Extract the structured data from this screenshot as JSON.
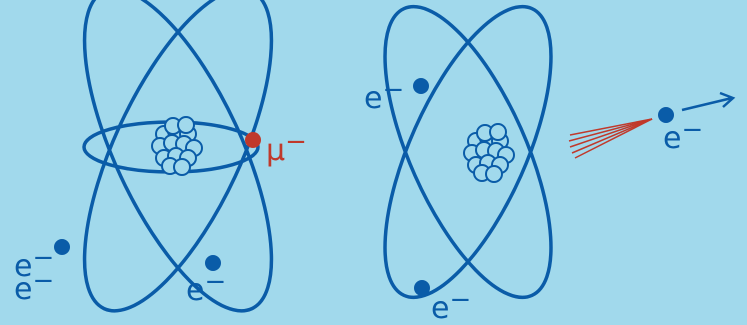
{
  "colors": {
    "background": "#a1d9ec",
    "orbit": "#0a5ca8",
    "nucleus_fill": "#a1d9ec",
    "electron": "#0a5ca8",
    "muon": "#c0392b",
    "text_electron": "#0a5ca8",
    "text_muon": "#c0392b",
    "emission_lines": "#c0392b"
  },
  "left_atom": {
    "muon_label": "μ",
    "muon_sup": "−",
    "electron_labels": [
      {
        "base": "e",
        "sup": "−"
      },
      {
        "base": "e",
        "sup": "−"
      },
      {
        "base": "e",
        "sup": "−"
      }
    ]
  },
  "right_atom": {
    "electron_labels": [
      {
        "base": "e",
        "sup": "−"
      },
      {
        "base": "e",
        "sup": "−"
      }
    ],
    "emitted_electron": {
      "base": "e",
      "sup": "−"
    }
  },
  "icons": {
    "nucleus": "nucleus-cluster-icon",
    "electron": "electron-dot-icon",
    "muon": "muon-dot-icon",
    "arrow": "arrow-right-icon"
  }
}
